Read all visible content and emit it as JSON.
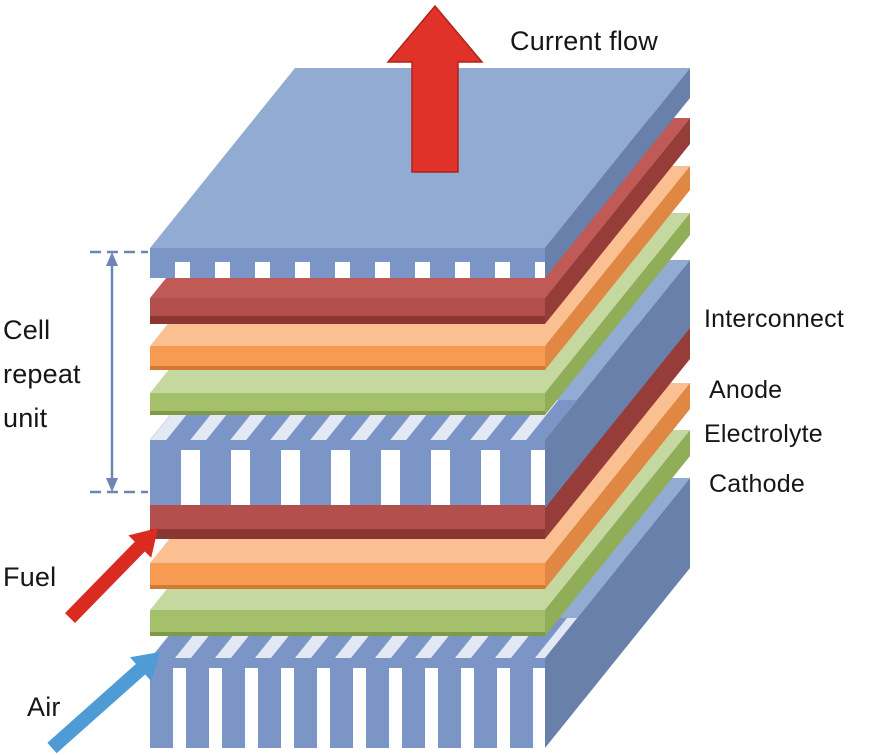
{
  "labels": {
    "current_flow": "Current flow",
    "cell_repeat": [
      "Cell",
      "repeat",
      "unit"
    ],
    "fuel": "Fuel",
    "air": "Air",
    "layer_labels": [
      "Interconnect",
      "Anode",
      "Electrolyte",
      "Cathode"
    ]
  },
  "colors": {
    "background": "#ffffff",
    "text": "#161616",
    "interconnect_top": "#92abd3",
    "interconnect_front": "#7a95c6",
    "interconnect_side": "#6880aa",
    "interconnect_rib_base": "#e2e9f4",
    "anode_top": "#c05a56",
    "anode_front": "#b34f4c",
    "anode_dark": "#8a3734",
    "anode_side": "#963c39",
    "electrolyte_top": "#fac092",
    "electrolyte_front": "#f79a52",
    "electrolyte_dark": "#d07a35",
    "electrolyte_side": "#df8743",
    "cathode_top": "#c5d8a0",
    "cathode_front": "#a4c06b",
    "cathode_dark": "#7e9a49",
    "cathode_side": "#90ad57",
    "current_arrow": "#e03229",
    "current_arrow_edge": "#b02318",
    "fuel_arrow": "#d92b20",
    "air_arrow": "#4f9bd5",
    "measure": "#6d86b4"
  }
}
